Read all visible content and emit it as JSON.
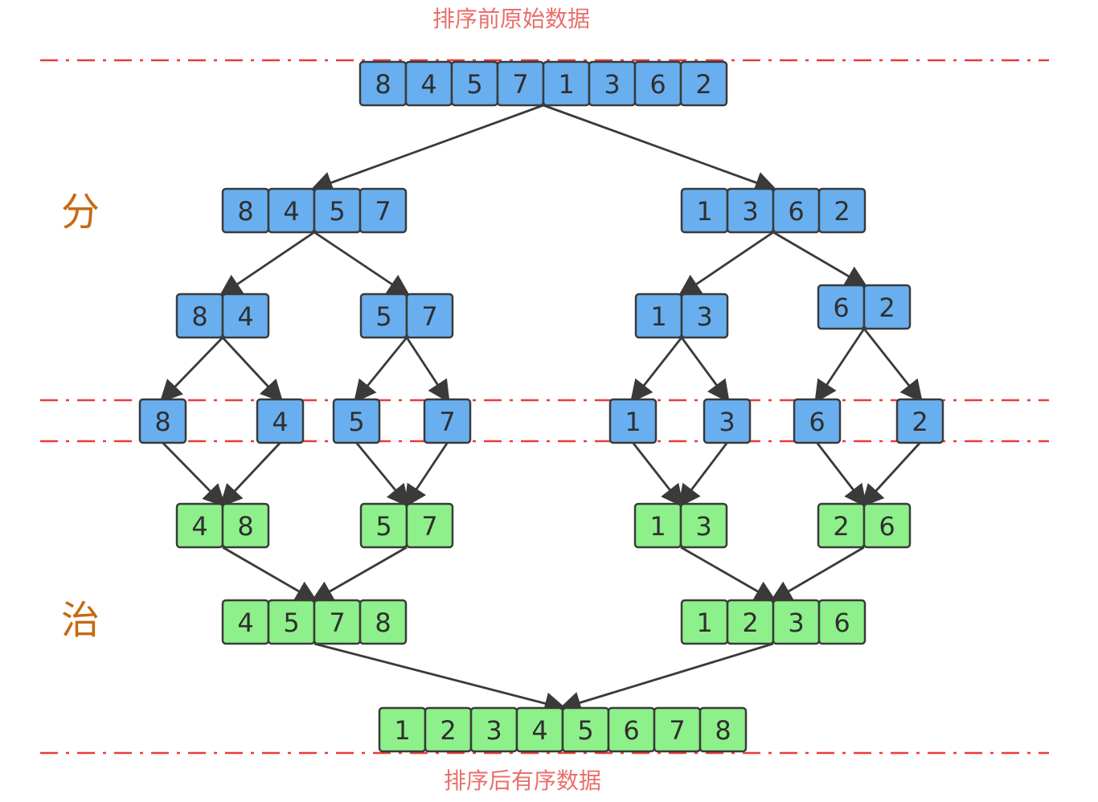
{
  "labels": {
    "top_caption": "排序前原始数据",
    "bottom_caption": "排序后有序数据",
    "divide": "分",
    "conquer": "治"
  },
  "colors": {
    "divide_fill": "#69aff0",
    "merge_fill": "#8ef08a",
    "cell_border": "#3a3a3a",
    "arrow": "#3a3a3a",
    "guide_line": "#ea3b3b",
    "caption_text": "#e8706b",
    "phase_text": "#c66a12"
  },
  "diagram": {
    "arrays": [
      {
        "id": "a0",
        "phase": "divide",
        "values": [
          8,
          4,
          5,
          7,
          1,
          3,
          6,
          2
        ]
      },
      {
        "id": "a1",
        "phase": "divide",
        "values": [
          8,
          4,
          5,
          7
        ]
      },
      {
        "id": "a2",
        "phase": "divide",
        "values": [
          1,
          3,
          6,
          2
        ]
      },
      {
        "id": "a3",
        "phase": "divide",
        "values": [
          8,
          4
        ]
      },
      {
        "id": "a4",
        "phase": "divide",
        "values": [
          5,
          7
        ]
      },
      {
        "id": "a5",
        "phase": "divide",
        "values": [
          1,
          3
        ]
      },
      {
        "id": "a6",
        "phase": "divide",
        "values": [
          6,
          2
        ]
      },
      {
        "id": "a7",
        "phase": "divide",
        "values": [
          8
        ]
      },
      {
        "id": "a8",
        "phase": "divide",
        "values": [
          4
        ]
      },
      {
        "id": "a9",
        "phase": "divide",
        "values": [
          5
        ]
      },
      {
        "id": "a10",
        "phase": "divide",
        "values": [
          7
        ]
      },
      {
        "id": "a11",
        "phase": "divide",
        "values": [
          1
        ]
      },
      {
        "id": "a12",
        "phase": "divide",
        "values": [
          3
        ]
      },
      {
        "id": "a13",
        "phase": "divide",
        "values": [
          6
        ]
      },
      {
        "id": "a14",
        "phase": "divide",
        "values": [
          2
        ]
      },
      {
        "id": "a15",
        "phase": "merge",
        "values": [
          4,
          8
        ]
      },
      {
        "id": "a16",
        "phase": "merge",
        "values": [
          5,
          7
        ]
      },
      {
        "id": "a17",
        "phase": "merge",
        "values": [
          1,
          3
        ]
      },
      {
        "id": "a18",
        "phase": "merge",
        "values": [
          2,
          6
        ]
      },
      {
        "id": "a19",
        "phase": "merge",
        "values": [
          4,
          5,
          7,
          8
        ]
      },
      {
        "id": "a20",
        "phase": "merge",
        "values": [
          1,
          2,
          3,
          6
        ]
      },
      {
        "id": "a21",
        "phase": "merge",
        "values": [
          1,
          2,
          3,
          4,
          5,
          6,
          7,
          8
        ]
      }
    ],
    "edges": [
      [
        "a0",
        "a1"
      ],
      [
        "a0",
        "a2"
      ],
      [
        "a1",
        "a3"
      ],
      [
        "a1",
        "a4"
      ],
      [
        "a2",
        "a5"
      ],
      [
        "a2",
        "a6"
      ],
      [
        "a3",
        "a7"
      ],
      [
        "a3",
        "a8"
      ],
      [
        "a4",
        "a9"
      ],
      [
        "a4",
        "a10"
      ],
      [
        "a5",
        "a11"
      ],
      [
        "a5",
        "a12"
      ],
      [
        "a6",
        "a13"
      ],
      [
        "a6",
        "a14"
      ],
      [
        "a7",
        "a15"
      ],
      [
        "a8",
        "a15"
      ],
      [
        "a9",
        "a16"
      ],
      [
        "a10",
        "a16"
      ],
      [
        "a11",
        "a17"
      ],
      [
        "a12",
        "a17"
      ],
      [
        "a13",
        "a18"
      ],
      [
        "a14",
        "a18"
      ],
      [
        "a15",
        "a19"
      ],
      [
        "a16",
        "a19"
      ],
      [
        "a17",
        "a20"
      ],
      [
        "a18",
        "a20"
      ],
      [
        "a19",
        "a21"
      ],
      [
        "a20",
        "a21"
      ]
    ]
  }
}
